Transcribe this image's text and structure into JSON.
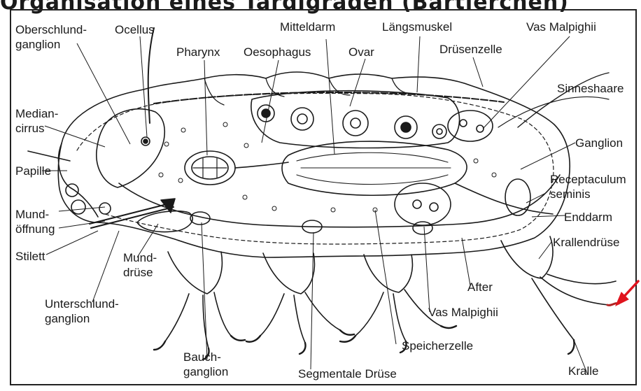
{
  "title": "Organisation eines Tardigraden (Bärtierchen)",
  "colors": {
    "ink": "#1a1a1a",
    "arrow": "#e0141e",
    "claw_tip": "#b22222"
  },
  "labels": {
    "oberschlundganglion": "Oberschlund-\nganglion",
    "ocellus": "Ocellus",
    "mitteldarm": "Mitteldarm",
    "laengsmuskel": "Längsmuskel",
    "vas_malpighii_top": "Vas Malpighii",
    "pharynx": "Pharynx",
    "oesophagus": "Oesophagus",
    "ovar": "Ovar",
    "druesenzelle": "Drüsenzelle",
    "sinneshaare": "Sinneshaare",
    "mediancirrus": "Median-\ncirrus",
    "ganglion": "Ganglion",
    "papille": "Papille",
    "receptaculum": "Receptaculum\nseminis",
    "mundoeffnung": "Mund-\nöffnung",
    "enddarm": "Enddarm",
    "stilett": "Stilett",
    "krallendruese": "Krallendrüse",
    "munddruese": "Mund-\ndrüse",
    "after": "After",
    "unterschlundganglion": "Unterschlund-\nganglion",
    "vas_malpighii_bottom": "Vas Malpighii",
    "speicherzelle": "Speicherzelle",
    "bauchganglion": "Bauch-\nganglion",
    "segmentale_druese": "Segmentale Drüse",
    "kralle": "Kralle"
  }
}
